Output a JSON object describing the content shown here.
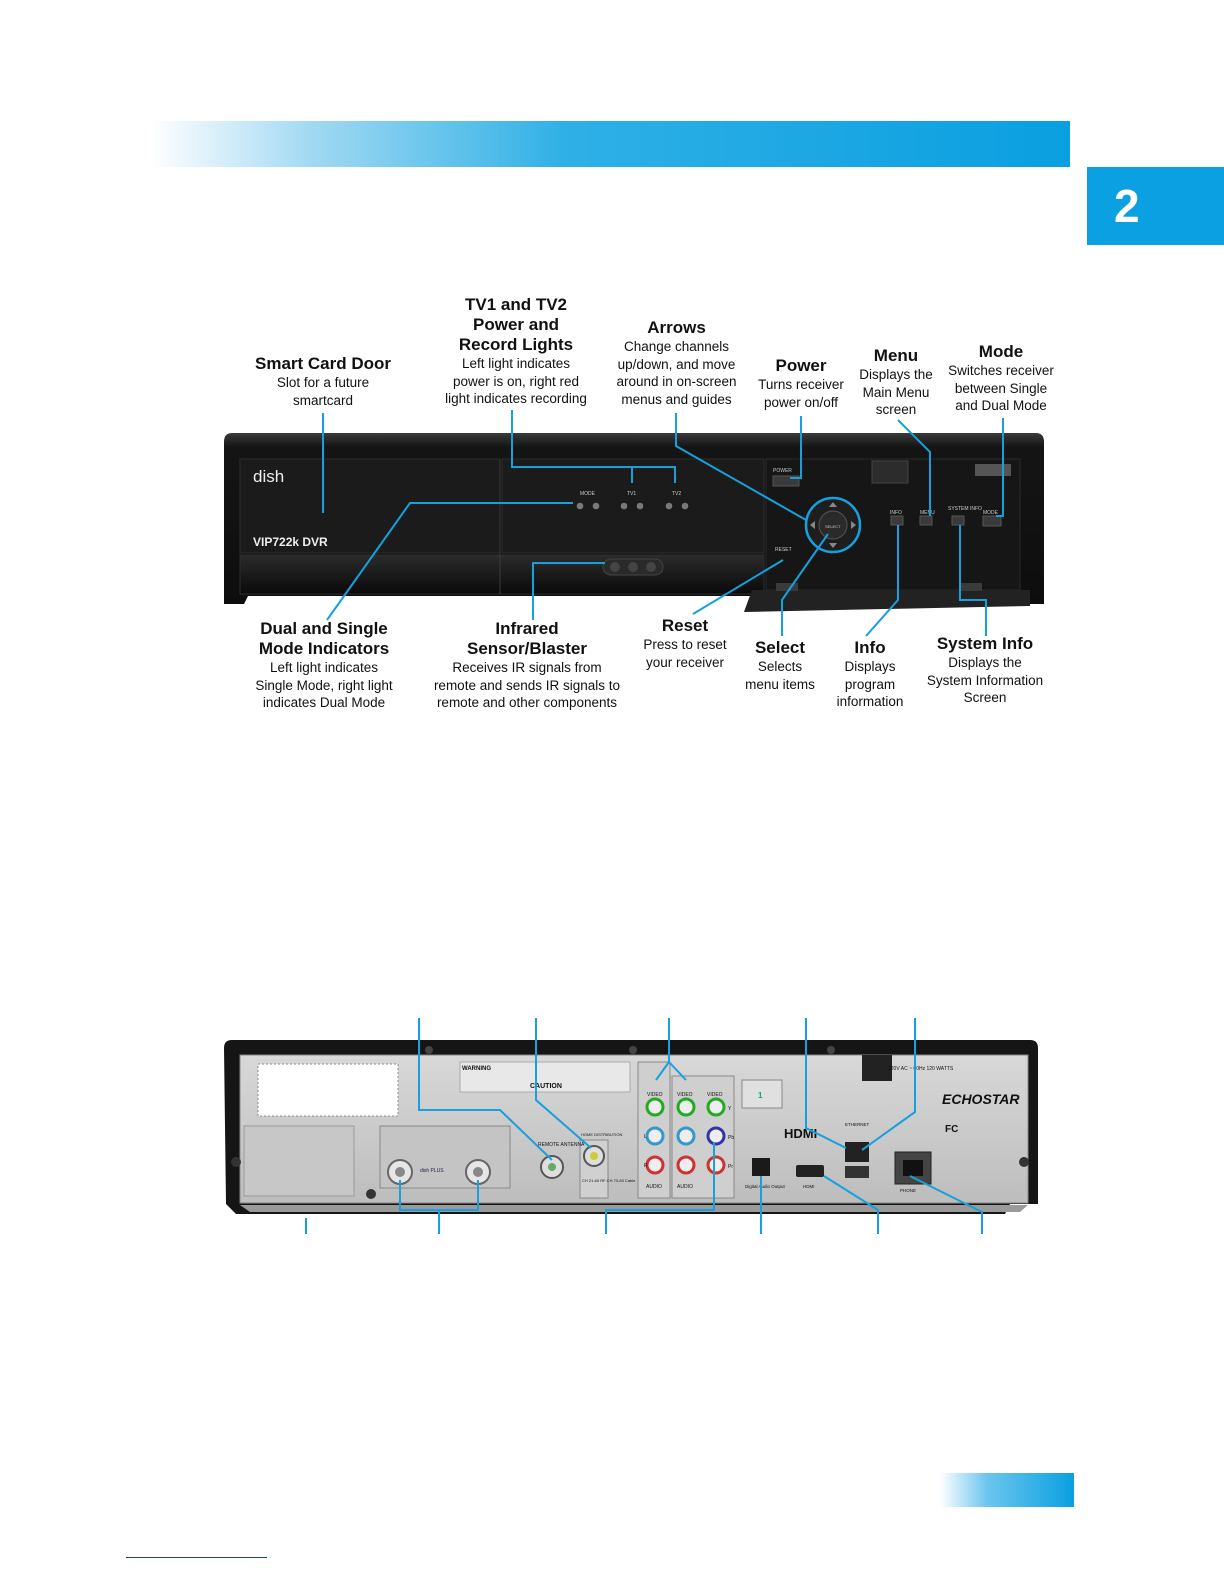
{
  "chapter": {
    "number": "2"
  },
  "brand": {
    "logo_text": "dish",
    "model": "VIP722k DVR",
    "rear_brand": "ECHOSTAR"
  },
  "front_panel": {
    "labels": {
      "mode_indicator": "MODE",
      "tv1": "TV1",
      "tv2": "TV2",
      "power": "POWER",
      "select": "SELECT",
      "reset": "RESET",
      "info": "INFO",
      "menu": "MENU",
      "system_info": "SYSTEM INFO",
      "mode": "MODE"
    },
    "callouts": [
      {
        "id": "smart-card-door",
        "title": "Smart Card Door",
        "desc": "Slot for a future\nsmartcard"
      },
      {
        "id": "tv-lights",
        "title": "TV1 and TV2\nPower and\nRecord Lights",
        "desc": "Left light indicates\npower is on, right red\nlight indicates recording"
      },
      {
        "id": "arrows",
        "title": "Arrows",
        "desc": "Change channels\nup/down, and move\naround in on-screen\nmenus and guides"
      },
      {
        "id": "power",
        "title": "Power",
        "desc": "Turns receiver\npower on/off"
      },
      {
        "id": "menu",
        "title": "Menu",
        "desc": "Displays the\nMain Menu\nscreen"
      },
      {
        "id": "mode",
        "title": "Mode",
        "desc": "Switches receiver\nbetween Single\nand Dual Mode"
      },
      {
        "id": "dual-single",
        "title": "Dual and Single\nMode Indicators",
        "desc": "Left light indicates\nSingle Mode, right light\nindicates Dual Mode"
      },
      {
        "id": "infrared",
        "title": "Infrared\nSensor/Blaster",
        "desc": "Receives IR signals from\nremote and sends IR signals to\nremote and other components"
      },
      {
        "id": "reset",
        "title": "Reset",
        "desc": "Press to reset\nyour receiver"
      },
      {
        "id": "select",
        "title": "Select",
        "desc": "Selects\nmenu items"
      },
      {
        "id": "info",
        "title": "Info",
        "desc": "Displays\nprogram\ninformation"
      },
      {
        "id": "system-info",
        "title": "System Info",
        "desc": "Displays the\nSystem Information\nScreen"
      }
    ]
  },
  "back_panel": {
    "labels": {
      "warning": "WARNING",
      "caution": "CAUTION",
      "remote_antenna": "REMOTE ANTENNA",
      "home_distribution": "HOME DISTRIBUTION",
      "ch_out": "CH 21-60 RF CH 73-83 Cable",
      "video": "VIDEO",
      "audio": "AUDIO",
      "digital_audio": "Digital Audio Output",
      "hdmi_logo": "HDMI",
      "hdmi": "HDMI",
      "ethernet": "ETHERNET",
      "phone": "PHONE",
      "power_rating": "120V AC ~ 60Hz 120 WATTS",
      "fc": "FC",
      "dish_plus": "dish PLUS",
      "y": "Y",
      "pb": "Pb",
      "pr": "Pr",
      "l": "L",
      "r": "R",
      "tv1": "1"
    }
  }
}
